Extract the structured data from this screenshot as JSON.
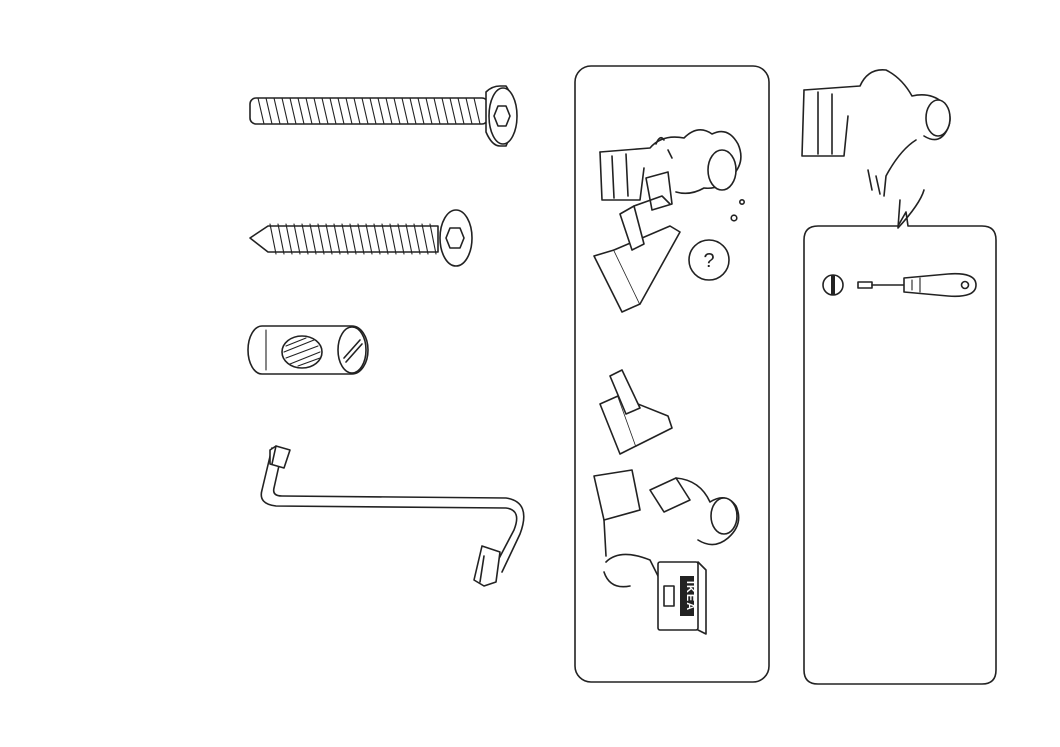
{
  "parts": [
    {
      "name": "long-bolt"
    },
    {
      "name": "wood-screw"
    },
    {
      "name": "barrel-nut"
    },
    {
      "name": "allen-key"
    }
  ],
  "help_panel": {
    "brand_label": "IKEA"
  },
  "tool_panel": {
    "tool_icon": "flathead-screwdriver-icon"
  },
  "colors": {
    "line": "#222222",
    "background": "#ffffff"
  }
}
